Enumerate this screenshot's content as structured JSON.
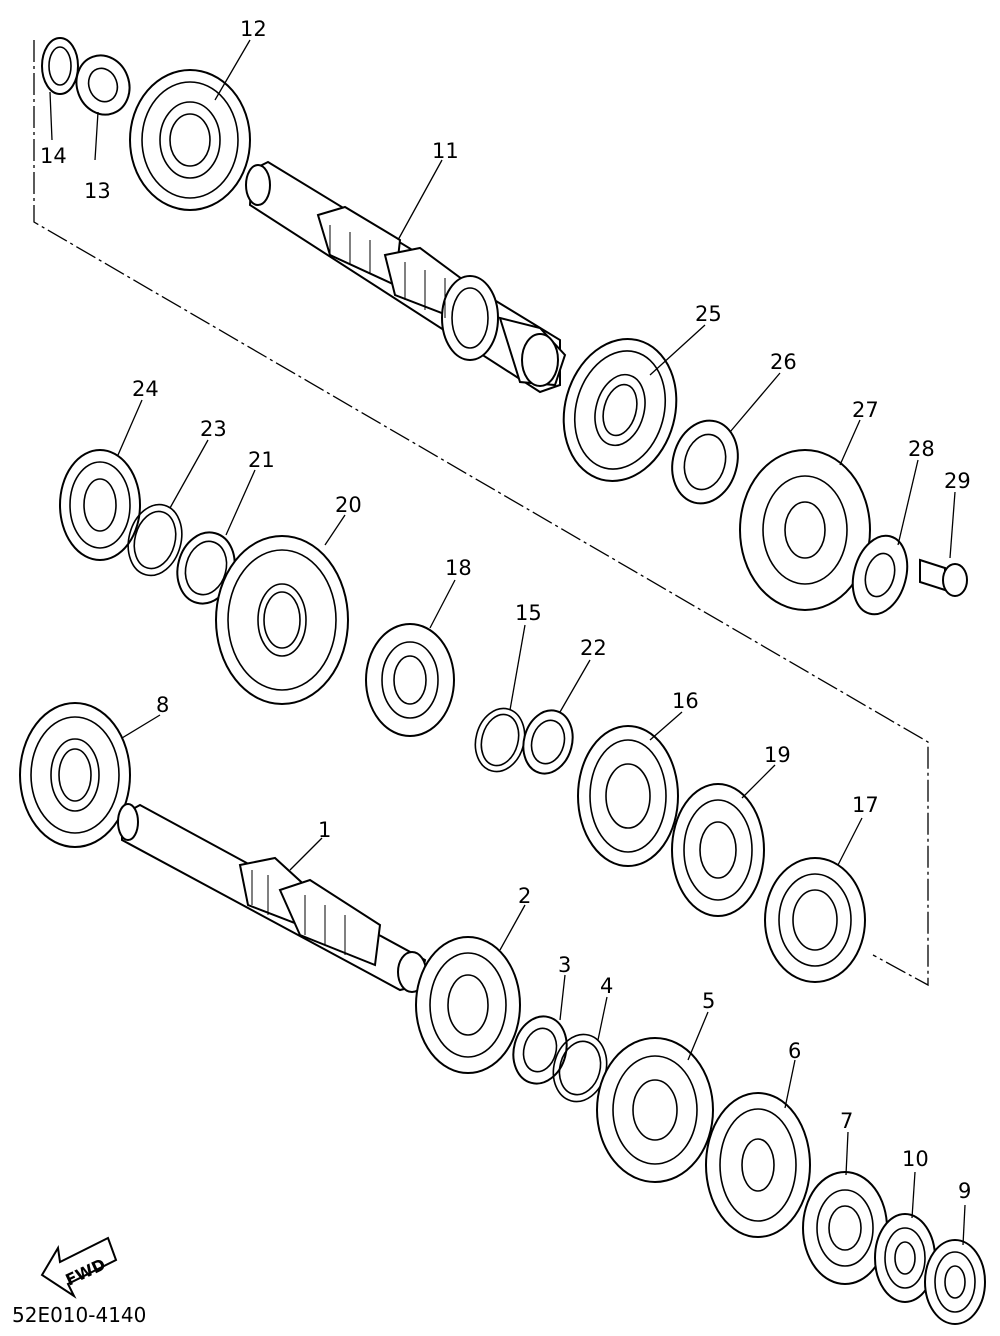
{
  "diagram": {
    "callouts": [
      "1",
      "2",
      "3",
      "4",
      "5",
      "6",
      "7",
      "8",
      "9",
      "10",
      "11",
      "12",
      "13",
      "14",
      "15",
      "16",
      "17",
      "18",
      "19",
      "20",
      "21",
      "22",
      "23",
      "24",
      "25",
      "26",
      "27",
      "28",
      "29"
    ],
    "fwd_label": "FWD",
    "drawing_code": "52E010-4140"
  }
}
